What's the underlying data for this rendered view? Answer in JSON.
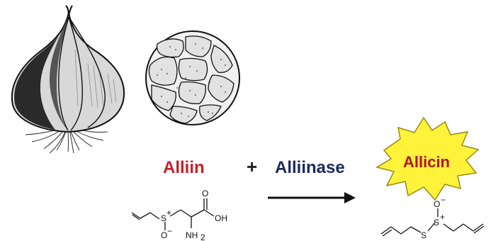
{
  "diagram": {
    "reactant_label": "Alliin",
    "plus_sign": "+",
    "enzyme_label": "Alliinase",
    "product_label": "Allicin",
    "alliin_structure": {
      "sulfur": "S",
      "sulfur_charge": "+",
      "oxide": "O",
      "oxide_charge": "−",
      "carbonyl_oxygen": "O",
      "hydroxyl": "OH",
      "amine": "NH",
      "amine_subscript": "2"
    },
    "allicin_structure": {
      "oxide": "O",
      "oxide_charge": "−",
      "sulfur_left": "S",
      "sulfur_right": "S",
      "sulfur_charge": "+"
    }
  },
  "colors": {
    "reactant": "#c8202a",
    "enzyme": "#1c2a5e",
    "product": "#b3141e",
    "burst_fill": "#fff23a",
    "burst_stroke": "#9a8a10",
    "ink": "#111111"
  }
}
